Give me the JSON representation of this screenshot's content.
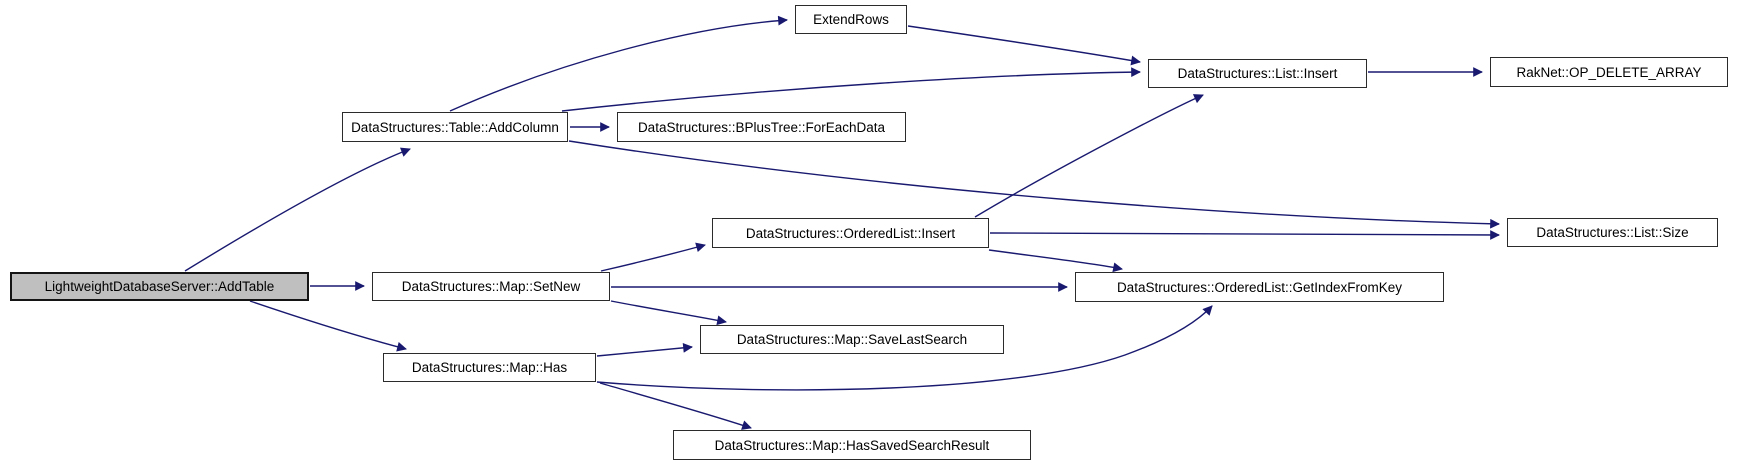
{
  "diagram": {
    "type": "call-graph",
    "colors": {
      "background": "#ffffff",
      "edge": "#191970",
      "node_border": "#2b2b2b",
      "node_fill": "#ffffff",
      "highlight_fill": "#bfbfbf",
      "text": "#000000"
    },
    "nodes": [
      {
        "id": "addtable",
        "label": "LightweightDatabaseServer::AddTable",
        "highlighted": true
      },
      {
        "id": "addcolumn",
        "label": "DataStructures::Table::AddColumn",
        "highlighted": false
      },
      {
        "id": "extendrows",
        "label": "ExtendRows",
        "highlighted": false
      },
      {
        "id": "foreachdata",
        "label": "DataStructures::BPlusTree::ForEachData",
        "highlighted": false
      },
      {
        "id": "listinsert",
        "label": "DataStructures::List::Insert",
        "highlighted": false
      },
      {
        "id": "rakdelete",
        "label": "RakNet::OP_DELETE_ARRAY",
        "highlighted": false
      },
      {
        "id": "orderedinsert",
        "label": "DataStructures::OrderedList::Insert",
        "highlighted": false
      },
      {
        "id": "listsize",
        "label": "DataStructures::List::Size",
        "highlighted": false
      },
      {
        "id": "setnew",
        "label": "DataStructures::Map::SetNew",
        "highlighted": false
      },
      {
        "id": "getindex",
        "label": "DataStructures::OrderedList::GetIndexFromKey",
        "highlighted": false
      },
      {
        "id": "savelastsearch",
        "label": "DataStructures::Map::SaveLastSearch",
        "highlighted": false
      },
      {
        "id": "maphas",
        "label": "DataStructures::Map::Has",
        "highlighted": false
      },
      {
        "id": "hassaved",
        "label": "DataStructures::Map::HasSavedSearchResult",
        "highlighted": false
      }
    ],
    "edges": [
      {
        "from": "addtable",
        "to": "addcolumn"
      },
      {
        "from": "addtable",
        "to": "setnew"
      },
      {
        "from": "addtable",
        "to": "maphas"
      },
      {
        "from": "addcolumn",
        "to": "extendrows"
      },
      {
        "from": "addcolumn",
        "to": "foreachdata"
      },
      {
        "from": "addcolumn",
        "to": "listinsert"
      },
      {
        "from": "addcolumn",
        "to": "listsize"
      },
      {
        "from": "extendrows",
        "to": "listinsert"
      },
      {
        "from": "listinsert",
        "to": "rakdelete"
      },
      {
        "from": "orderedinsert",
        "to": "listinsert"
      },
      {
        "from": "orderedinsert",
        "to": "getindex"
      },
      {
        "from": "orderedinsert",
        "to": "listsize"
      },
      {
        "from": "setnew",
        "to": "orderedinsert"
      },
      {
        "from": "setnew",
        "to": "getindex"
      },
      {
        "from": "setnew",
        "to": "savelastsearch"
      },
      {
        "from": "maphas",
        "to": "savelastsearch"
      },
      {
        "from": "maphas",
        "to": "getindex"
      },
      {
        "from": "maphas",
        "to": "hassaved"
      }
    ]
  }
}
